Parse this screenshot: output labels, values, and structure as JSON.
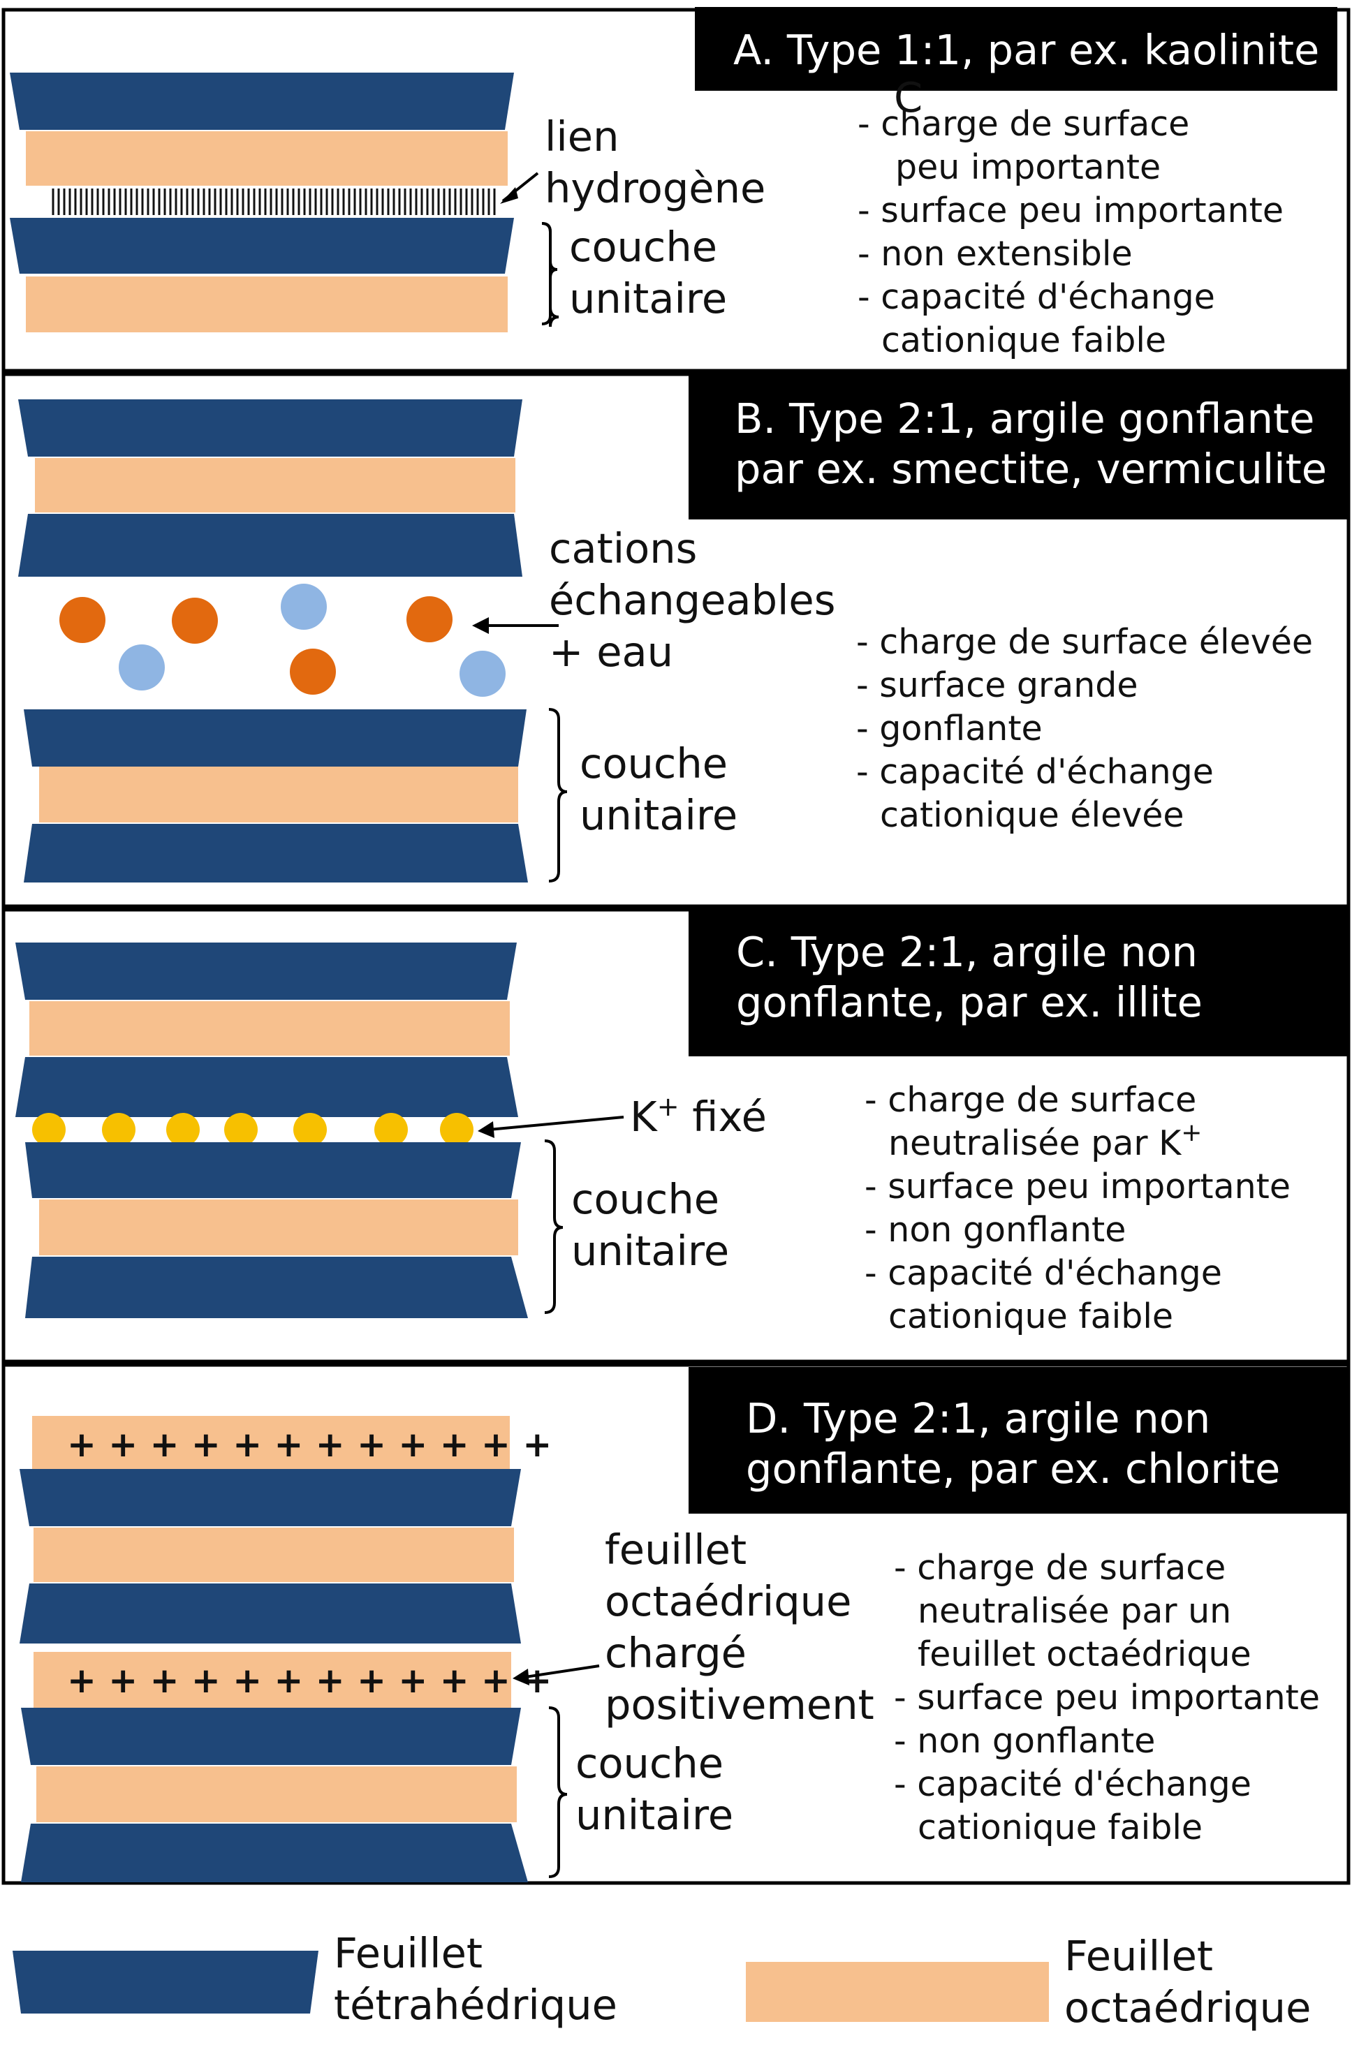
{
  "colors": {
    "tetrahedral": "#1f4778",
    "octahedral": "#f7c08e",
    "cation_orange": "#e2690f",
    "water_blue": "#8fb5e3",
    "potassium": "#f7c000",
    "header_bg": "#000000"
  },
  "panels": [
    {
      "header": [
        "A. Type 1:1, par ex. kaolinite",
        "C"
      ],
      "labels": [
        "lien",
        "hydrogène"
      ],
      "unit_label": [
        "couche",
        "unitaire"
      ],
      "properties": [
        "- charge de surface",
        "peu importante",
        "- surface peu importante",
        "- non extensible",
        "- capacité d'échange",
        "cationique faible"
      ]
    },
    {
      "header": [
        "B. Type 2:1, argile gonflante",
        "par ex. smectite, vermiculite"
      ],
      "labels": [
        "cations",
        "échangeables",
        "+ eau"
      ],
      "unit_label": [
        "couche",
        "unitaire"
      ],
      "properties": [
        "- charge de surface élevée",
        "- surface grande",
        "- gonflante",
        "- capacité d'échange",
        "cationique élevée"
      ]
    },
    {
      "header": [
        "C. Type 2:1, argile non",
        "gonflante, par ex. illite"
      ],
      "labels": [
        "K",
        "+",
        " fixé"
      ],
      "unit_label": [
        "couche",
        "unitaire"
      ],
      "properties": [
        "- charge de surface",
        "neutralisée par K",
        "+",
        "- surface peu importante",
        "- non gonflante",
        "- capacité d'échange",
        "cationique faible"
      ]
    },
    {
      "header": [
        "D. Type 2:1, argile non",
        "gonflante, par ex. chlorite"
      ],
      "labels": [
        "feuillet",
        "octaédrique",
        "chargé",
        "positivement"
      ],
      "unit_label": [
        "couche",
        "unitaire"
      ],
      "plus_row": "+ + + + + + + + + + + +",
      "properties": [
        "- charge de surface",
        "neutralisée par un",
        "feuillet octaédrique",
        "- surface peu importante",
        "- non gonflante",
        "- capacité d'échange",
        "cationique faible"
      ]
    }
  ],
  "legend": {
    "tetrahedral": [
      "Feuillet",
      "tétrahédrique"
    ],
    "octahedral": [
      "Feuillet",
      "octaédrique"
    ]
  }
}
